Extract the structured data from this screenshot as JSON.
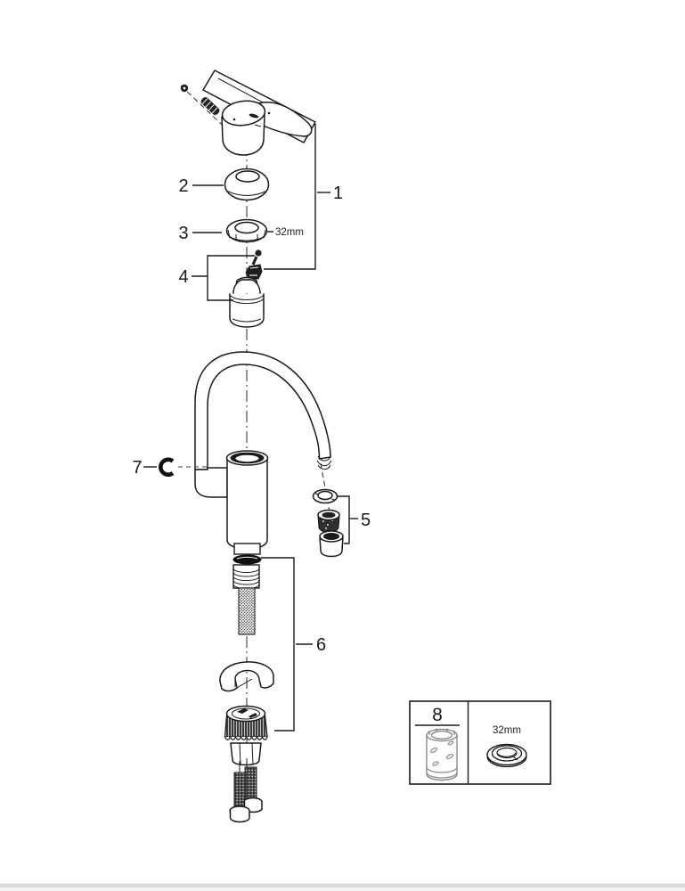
{
  "diagram": {
    "kind": "exploded-parts-diagram",
    "callouts": {
      "c1": "1",
      "c2": "2",
      "c3": "3",
      "c4": "4",
      "c5": "5",
      "c6": "6",
      "c7": "7",
      "c8": "8"
    },
    "annotations": {
      "collar_size": "32mm",
      "inset_seal_size": "32mm"
    }
  },
  "colors": {
    "line": "#1a1a1a",
    "background": "#ffffff",
    "footer_bar": "#d9d9d9",
    "tool_gray": "#8c8c8c"
  }
}
